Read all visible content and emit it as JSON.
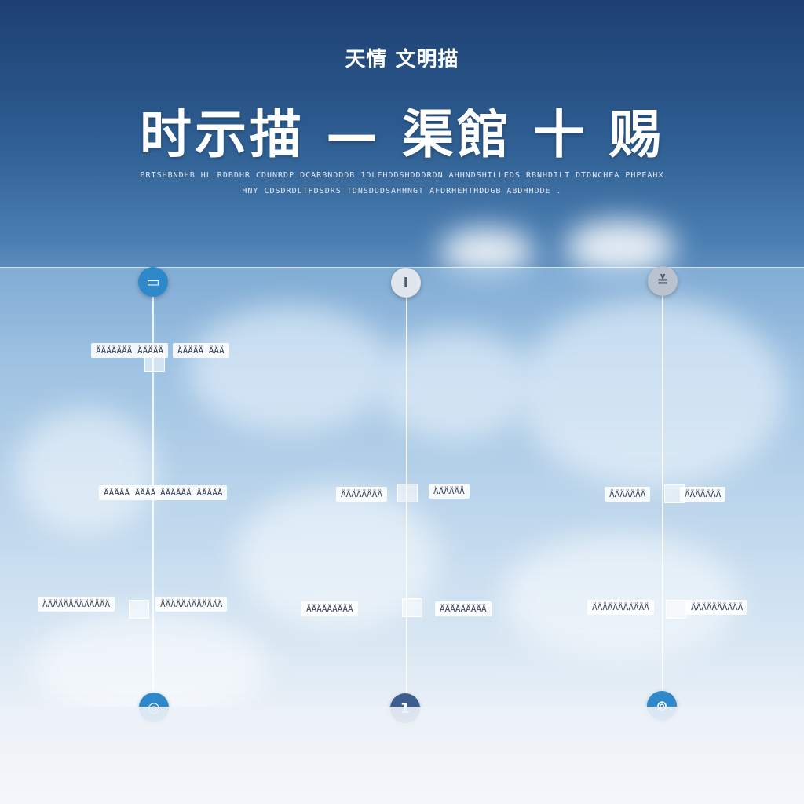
{
  "header": {
    "subtitle": "天情 文明描",
    "title": "时示描 — 渠館 十 赐",
    "caption_line_1": "BRTSHBNDHB HL RDBDHR CDUNRDP DCARBNDDDB 1DLFHDDSHDDDRDN AHHNDSHILLEDS RBNHDILT DTDNCHEA PHPEAHX",
    "caption_line_2": "HNY CDSDRDLTPDSDRS TDNSDDDSAHHNGT AFDRHEHTHDDGB ABDHHDDE ."
  },
  "columns": [
    {
      "top_icon": "document-icon",
      "top_glyph": "▭",
      "bottom_glyph": "◎",
      "labels": [
        "ÄÄÄÄÄÄÄ ÄÄÄÄÄ",
        "ÄÄÄÄÄ ÄÄÄ",
        "ÄÄÄÄÄ ÄÄÄÄ",
        "ÄÄÄÄÄÄ ÄÄÄÄÄ",
        "ÄÄÄÄÄÄÄÄÄÄÄÄÄ",
        "ÄÄÄÄÄÄÄÄÄÄÄÄ"
      ]
    },
    {
      "top_icon": "pillar-icon",
      "top_glyph": "I",
      "bottom_glyph": "1",
      "labels": [
        "ÄÄÄÄÄÄÄÄ",
        "ÄÄÄÄÄÄ",
        "ÄÄÄÄÄÄÄÄÄ",
        "ÄÄÄÄÄÄÄÄÄ"
      ]
    },
    {
      "top_icon": "user-icon",
      "top_glyph": "≚",
      "bottom_glyph": "⊚",
      "labels": [
        "ÄÄÄÄÄÄÄ",
        "ÄÄÄÄÄÄÄ",
        "ÄÄÄÄÄÄÄÄÄÄÄ",
        "ÄÄÄÄÄÄÄÄÄÄ"
      ]
    }
  ]
}
